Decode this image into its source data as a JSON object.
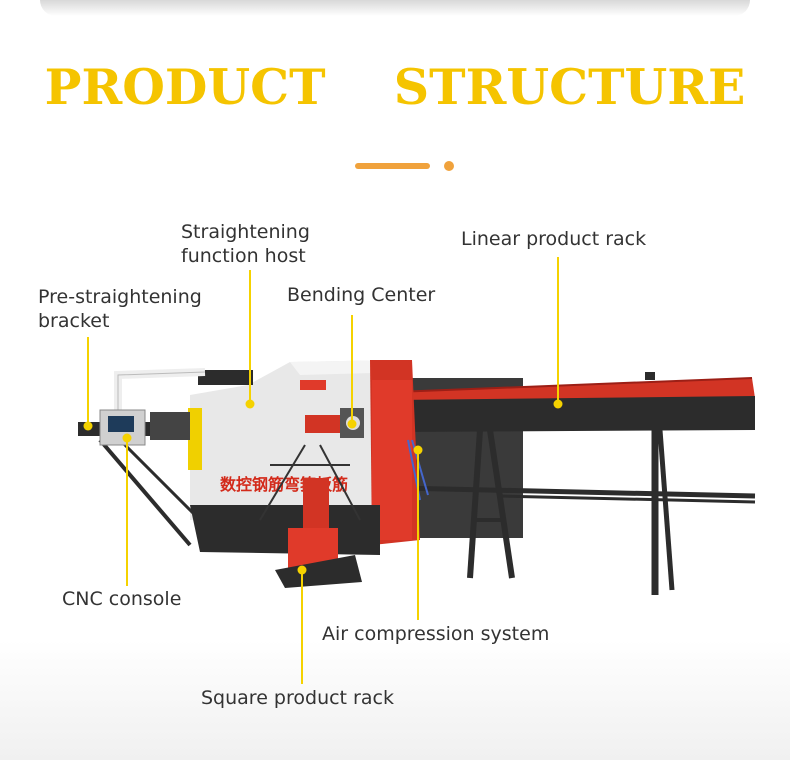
{
  "title": "PRODUCT    STRUCTURE",
  "labels": {
    "straightening": [
      "Straightening",
      "function host"
    ],
    "linear_rack": "Linear product rack",
    "pre_straightening": [
      "Pre-straightening",
      "bracket"
    ],
    "bending_center": "Bending Center",
    "cnc_console": "CNC console",
    "air_compression": "Air compression system",
    "square_rack": "Square product rack"
  },
  "machine_text": "数控钢筋弯箍板筋",
  "colors": {
    "title": "#f5c400",
    "accent": "#f0a23c",
    "leader": "#f5d200",
    "machine_red": "#e23a2a",
    "machine_grey": "#e6e6e6"
  }
}
